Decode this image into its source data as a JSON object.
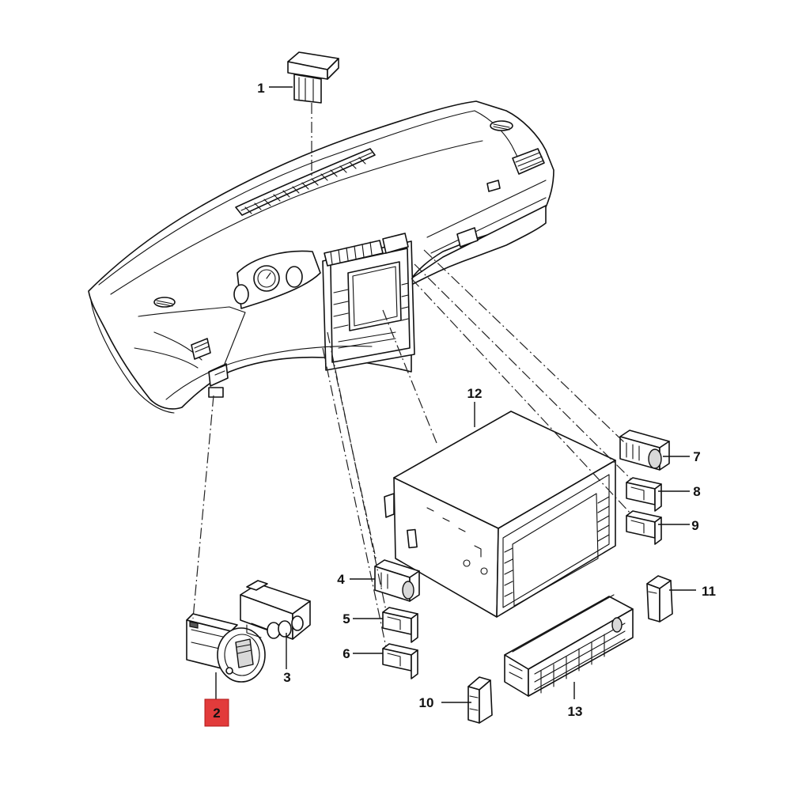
{
  "highlight_color": "#e23b3b",
  "callouts": [
    {
      "id": "1",
      "text": "1"
    },
    {
      "id": "2",
      "text": "2",
      "highlighted": true
    },
    {
      "id": "3",
      "text": "3"
    },
    {
      "id": "4",
      "text": "4"
    },
    {
      "id": "5",
      "text": "5"
    },
    {
      "id": "6",
      "text": "6"
    },
    {
      "id": "7",
      "text": "7"
    },
    {
      "id": "8",
      "text": "8"
    },
    {
      "id": "9",
      "text": "9"
    },
    {
      "id": "10",
      "text": "10"
    },
    {
      "id": "11",
      "text": "11"
    },
    {
      "id": "12",
      "text": "12"
    },
    {
      "id": "13",
      "text": "13"
    }
  ]
}
